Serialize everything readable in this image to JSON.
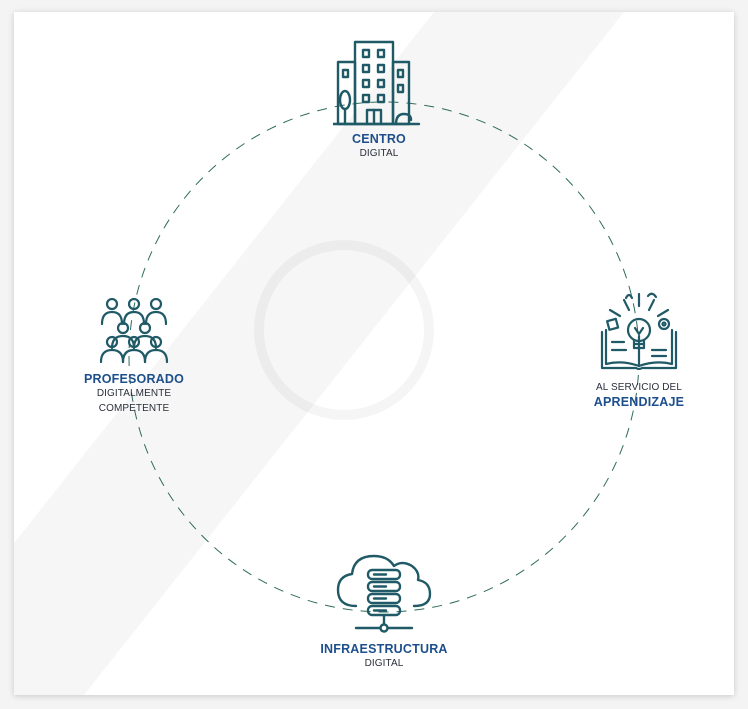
{
  "nodes": {
    "centro": {
      "title": "CENTRO",
      "subtitle": "DIGITAL",
      "icon": "building-icon"
    },
    "aprendizaje": {
      "prefix": "AL SERVICIO DEL",
      "title": "APRENDIZAJE",
      "icon": "book-lightbulb-icon"
    },
    "infraestructura": {
      "title": "INFRAESTRUCTURA",
      "subtitle": "DIGITAL",
      "icon": "cloud-server-icon"
    },
    "profesorado": {
      "title": "PROFESORADO",
      "line1": "DIGITALMENTE",
      "line2": "COMPETENTE",
      "icon": "group-people-icon"
    }
  },
  "colors": {
    "icon": "#1f5a66",
    "title": "#1d4f8c",
    "dash": "#2f6b5e"
  }
}
